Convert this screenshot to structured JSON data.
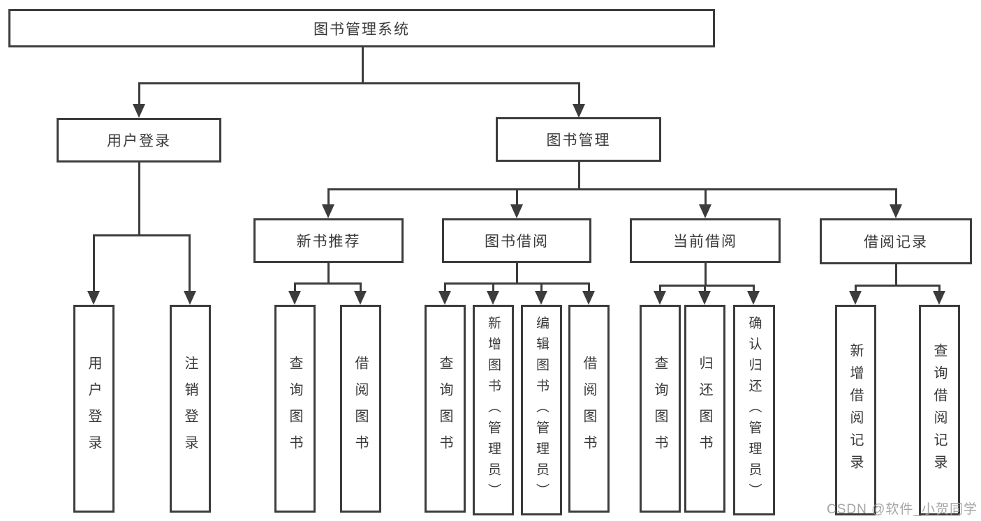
{
  "nodes": {
    "root": {
      "label": "图书管理系统"
    },
    "level1": [
      {
        "label": "用户登录"
      },
      {
        "label": "图书管理"
      }
    ],
    "login_children": [
      {
        "label": "用户登录"
      },
      {
        "label": "注销登录"
      }
    ],
    "modules": [
      {
        "label": "新书推荐"
      },
      {
        "label": "图书借阅"
      },
      {
        "label": "当前借阅"
      },
      {
        "label": "借阅记录"
      }
    ],
    "recommend_children": [
      {
        "label": "查询图书"
      },
      {
        "label": "借阅图书"
      }
    ],
    "borrow_children": [
      {
        "label": "查询图书"
      },
      {
        "label": "新增图书（管理员）"
      },
      {
        "label": "编辑图书（管理员）"
      },
      {
        "label": "借阅图书"
      }
    ],
    "current_children": [
      {
        "label": "查询图书"
      },
      {
        "label": "归还图书"
      },
      {
        "label": "确认归还（管理员）"
      }
    ],
    "record_children": [
      {
        "label": "新增借阅记录"
      },
      {
        "label": "查询借阅记录"
      }
    ]
  },
  "watermark": {
    "text": "CSDN @软件_小贺同学"
  },
  "colors": {
    "line": "#3c3c3c",
    "text": "#3a3a3a",
    "box_bg": "#ffffff",
    "watermark": "#9e9e9e",
    "background": "#ffffff"
  }
}
